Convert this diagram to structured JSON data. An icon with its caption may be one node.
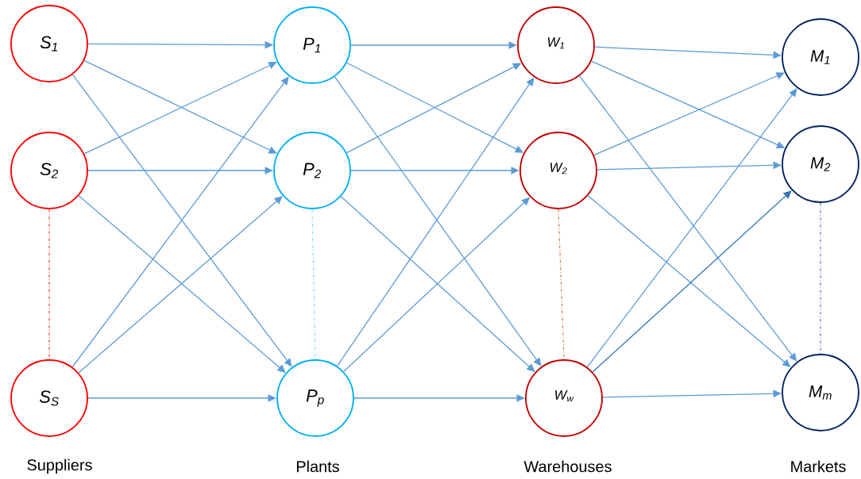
{
  "diagram": {
    "nodes": [
      {
        "text": [
          "S$_{1}$"
        ]
      },
      {
        "text": [
          "S$_{2}$"
        ]
      },
      {
        "text": [
          "S$_{S}$"
        ]
      },
      {
        "text": [
          "P$_{1}$"
        ]
      },
      {
        "text": [
          "P$_{2}$"
        ]
      },
      {
        "text": [
          "P$_{p}$"
        ]
      },
      {
        "text": [
          "W$_{1}$"
        ]
      },
      {
        "text": [
          "W$_{2}$"
        ]
      },
      {
        "text": [
          "W$_{w}$"
        ]
      },
      {
        "text": [
          "M$_{1}$"
        ]
      },
      {
        "text": [
          "M$_{2}$"
        ]
      },
      {
        "text": [
          "M$_{m}$"
        ]
      }
    ],
    "edges": [
      {
        "from": 0,
        "to": 3,
        "arrow": "to"
      },
      {
        "from": 0,
        "to": 4,
        "arrow": "to"
      },
      {
        "from": 0,
        "to": 5,
        "arrow": "to"
      },
      {
        "from": 1,
        "to": 3,
        "arrow": "to"
      },
      {
        "from": 1,
        "to": 4,
        "arrow": "to"
      },
      {
        "from": 1,
        "to": 5,
        "arrow": "to"
      },
      {
        "from": 2,
        "to": 3,
        "arrow": "to"
      },
      {
        "from": 2,
        "to": 4,
        "arrow": "to"
      },
      {
        "from": 2,
        "to": 5,
        "arrow": "to"
      },
      {
        "from": 3,
        "to": 6,
        "arrow": "to"
      },
      {
        "from": 3,
        "to": 7,
        "arrow": "to"
      },
      {
        "from": 3,
        "to": 8,
        "arrow": "to"
      },
      {
        "from": 4,
        "to": 6,
        "arrow": "to"
      },
      {
        "from": 4,
        "to": 7,
        "arrow": "to"
      },
      {
        "from": 4,
        "to": 8,
        "arrow": "to"
      },
      {
        "from": 5,
        "to": 6,
        "arrow": "to"
      },
      {
        "from": 5,
        "to": 7,
        "arrow": "to"
      },
      {
        "from": 5,
        "to": 8,
        "arrow": "to"
      },
      {
        "from": 6,
        "to": 9,
        "arrow": "to"
      },
      {
        "from": 6,
        "to": 10,
        "arrow": "to"
      },
      {
        "from": 6,
        "to": 11,
        "arrow": "to"
      },
      {
        "from": 7,
        "to": 9,
        "arrow": "to"
      },
      {
        "from": 7,
        "to": 10,
        "arrow": "to"
      },
      {
        "from": 7,
        "to": 11,
        "arrow": "to"
      },
      {
        "from": 8,
        "to": 9,
        "arrow": "to"
      },
      {
        "from": 8,
        "to": 10,
        "arrow": "to",
        "color": "#2e75b6"
      },
      {
        "from": 8,
        "to": 11,
        "arrow": "to"
      },
      {
        "from": 1,
        "to": 2,
        "arrow": "none",
        "style": "dashed",
        "color": "#ff0000"
      },
      {
        "from": 4,
        "to": 5,
        "arrow": "none",
        "style": "dashed",
        "color": "#5bd0f5"
      },
      {
        "from": 7,
        "to": 8,
        "arrow": "none",
        "style": "dashed",
        "color": "#c55a11"
      },
      {
        "from": 10,
        "to": 11,
        "arrow": "none",
        "style": "dashed",
        "color": "#2f5597"
      }
    ],
    "labels": [
      "Suppliers",
      "Plants",
      "Warehouses",
      "Markets"
    ]
  }
}
